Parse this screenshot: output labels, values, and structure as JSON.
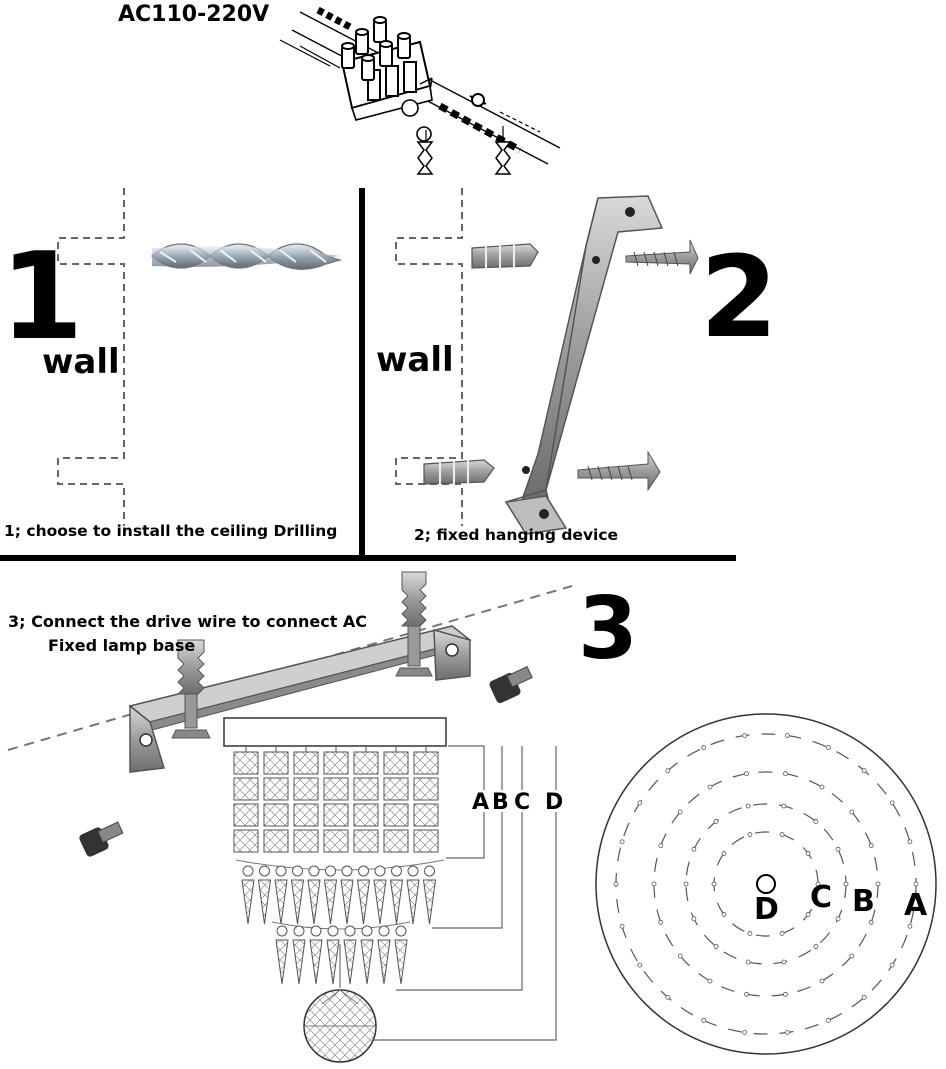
{
  "voltage_label": "AC110-220V",
  "steps": [
    {
      "number": "1",
      "wall_label": "wall",
      "caption": "1; choose to install the ceiling Drilling"
    },
    {
      "number": "2",
      "wall_label": "wall",
      "caption": "2; fixed hanging device"
    },
    {
      "number": "3",
      "caption_line1": "3; Connect the drive wire to connect AC",
      "caption_line2": "Fixed lamp base"
    }
  ],
  "tier_labels": [
    "A",
    "B",
    "C",
    "D"
  ],
  "top_view_labels": [
    "D",
    "C",
    "B",
    "A"
  ],
  "colors": {
    "ink": "#000000",
    "metal": "#9a9a9a",
    "metal_dark": "#5e5e5e",
    "dash": "#777777"
  }
}
